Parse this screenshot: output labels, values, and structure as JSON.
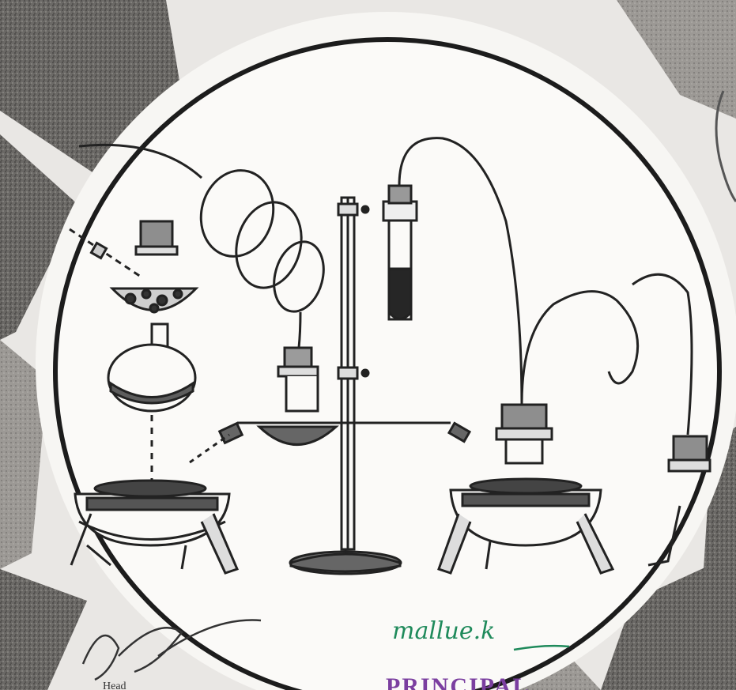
{
  "scan": {
    "footer_text": "PRINCIPAL",
    "signature_green_text": "mallue.k",
    "background_color": "#e9e7e4",
    "ink_color": "#222222",
    "green_ink": "#1f8a5b",
    "purple_ink": "#7b3fa0"
  },
  "illustration": {
    "subject": "laboratory apparatus sketch inside a circle",
    "elements": [
      "ring-stand",
      "round-bottom-flask",
      "test-tube",
      "coiled-tubing",
      "burners",
      "tripod-stands"
    ]
  }
}
